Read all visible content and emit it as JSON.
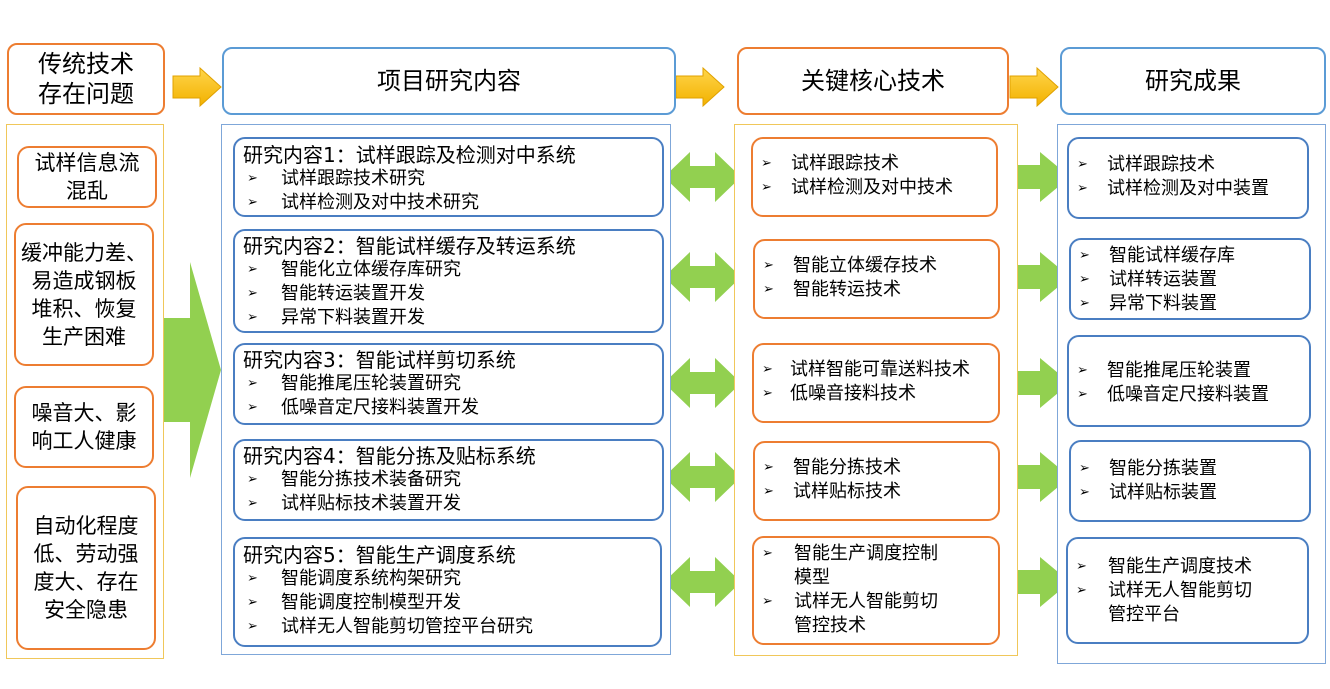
{
  "headers": {
    "problems": "传统技术\n存在问题",
    "research": "项目研究内容",
    "tech": "关键核心技术",
    "results": "研究成果"
  },
  "problems": [
    "试样信息流\n混乱",
    "缓冲能力差、\n易造成钢板\n堆积、恢复\n生产困难",
    "噪音大、影\n响工人健康",
    "自动化程度\n低、劳动强\n度大、存在\n安全隐患"
  ],
  "research": [
    {
      "title": "研究内容1：试样跟踪及检测对中系统",
      "items": [
        "试样跟踪技术研究",
        "试样检测及对中技术研究"
      ]
    },
    {
      "title": "研究内容2：智能试样缓存及转运系统",
      "items": [
        "智能化立体缓存库研究",
        "智能转运装置开发",
        "异常下料装置开发"
      ]
    },
    {
      "title": "研究内容3：智能试样剪切系统",
      "items": [
        "智能推尾压轮装置研究",
        "低噪音定尺接料装置开发"
      ]
    },
    {
      "title": "研究内容4：智能分拣及贴标系统",
      "items": [
        "智能分拣技术装备研究",
        "试样贴标技术装置开发"
      ]
    },
    {
      "title": "研究内容5：智能生产调度系统",
      "items": [
        "智能调度系统构架研究",
        "智能调度控制模型开发",
        "试样无人智能剪切管控平台研究"
      ]
    }
  ],
  "tech": [
    [
      "试样跟踪技术",
      "试样检测及对中技术"
    ],
    [
      "智能立体缓存技术",
      "智能转运技术"
    ],
    [
      "试样智能可靠送料技术",
      "低噪音接料技术"
    ],
    [
      "智能分拣技术",
      "试样贴标技术"
    ],
    [
      "智能生产调度控制\n模型",
      "试样无人智能剪切\n管控技术"
    ]
  ],
  "results": [
    [
      "试样跟踪技术",
      "试样检测及对中装置"
    ],
    [
      "智能试样缓存库",
      "试样转运装置",
      "异常下料装置"
    ],
    [
      "智能推尾压轮装置",
      "低噪音定尺接料装置"
    ],
    [
      "智能分拣装置",
      "试样贴标装置"
    ],
    [
      "智能生产调度技术",
      "试样无人智能剪切\n管控平台"
    ]
  ],
  "bullet": "➢",
  "colors": {
    "orange_border": "#ED7D31",
    "blue_border": "#4A7EC2",
    "arrow_yellow": "#F5B800",
    "arrow_green": "#92D050"
  }
}
